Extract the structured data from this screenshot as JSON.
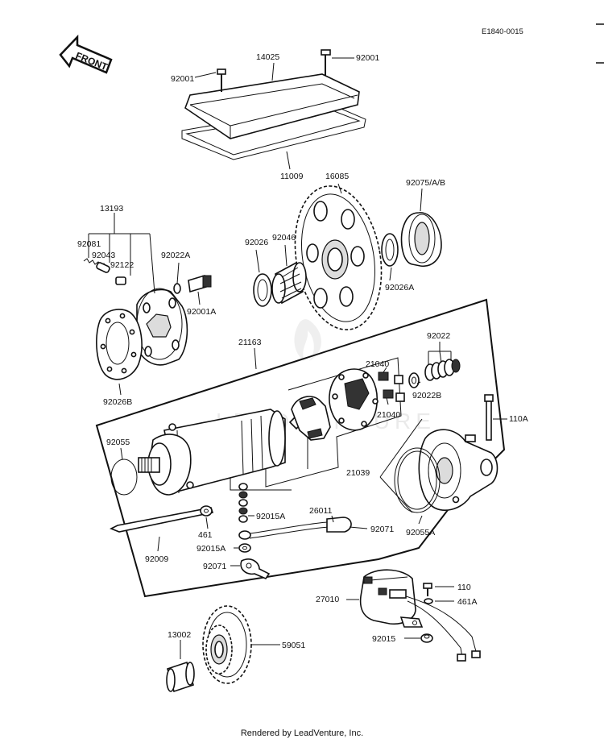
{
  "diagram_code": "E1840-0015",
  "front_label": "FRONT",
  "footer": "Rendered by LeadVenture, Inc.",
  "watermark_icon": "flame-logo-icon",
  "parts": {
    "p14025": "14025",
    "p92001_left": "92001",
    "p92001_right": "92001",
    "p11009": "11009",
    "p16085": "16085",
    "p92075": "92075/A/B",
    "p13193": "13193",
    "p92081": "92081",
    "p92043": "92043",
    "p92122": "92122",
    "p92022A": "92022A",
    "p92001A": "92001A",
    "p92026": "92026",
    "p92046": "92046",
    "p92026A": "92026A",
    "p92026B": "92026B",
    "p21163": "21163",
    "p92022": "92022",
    "p21040_top": "21040",
    "p21040_bottom": "21040",
    "p92022B": "92022B",
    "p110A": "110A",
    "p92055": "92055",
    "p21039": "21039",
    "p92015A_top": "92015A",
    "p26011": "26011",
    "p92071_right": "92071",
    "p461": "461",
    "p92055A": "92055A",
    "p92015A_bottom": "92015A",
    "p92009": "92009",
    "p92071_left": "92071",
    "p110": "110",
    "p27010": "27010",
    "p461A": "461A",
    "p92015": "92015",
    "p13002": "13002",
    "p59051": "59051"
  }
}
